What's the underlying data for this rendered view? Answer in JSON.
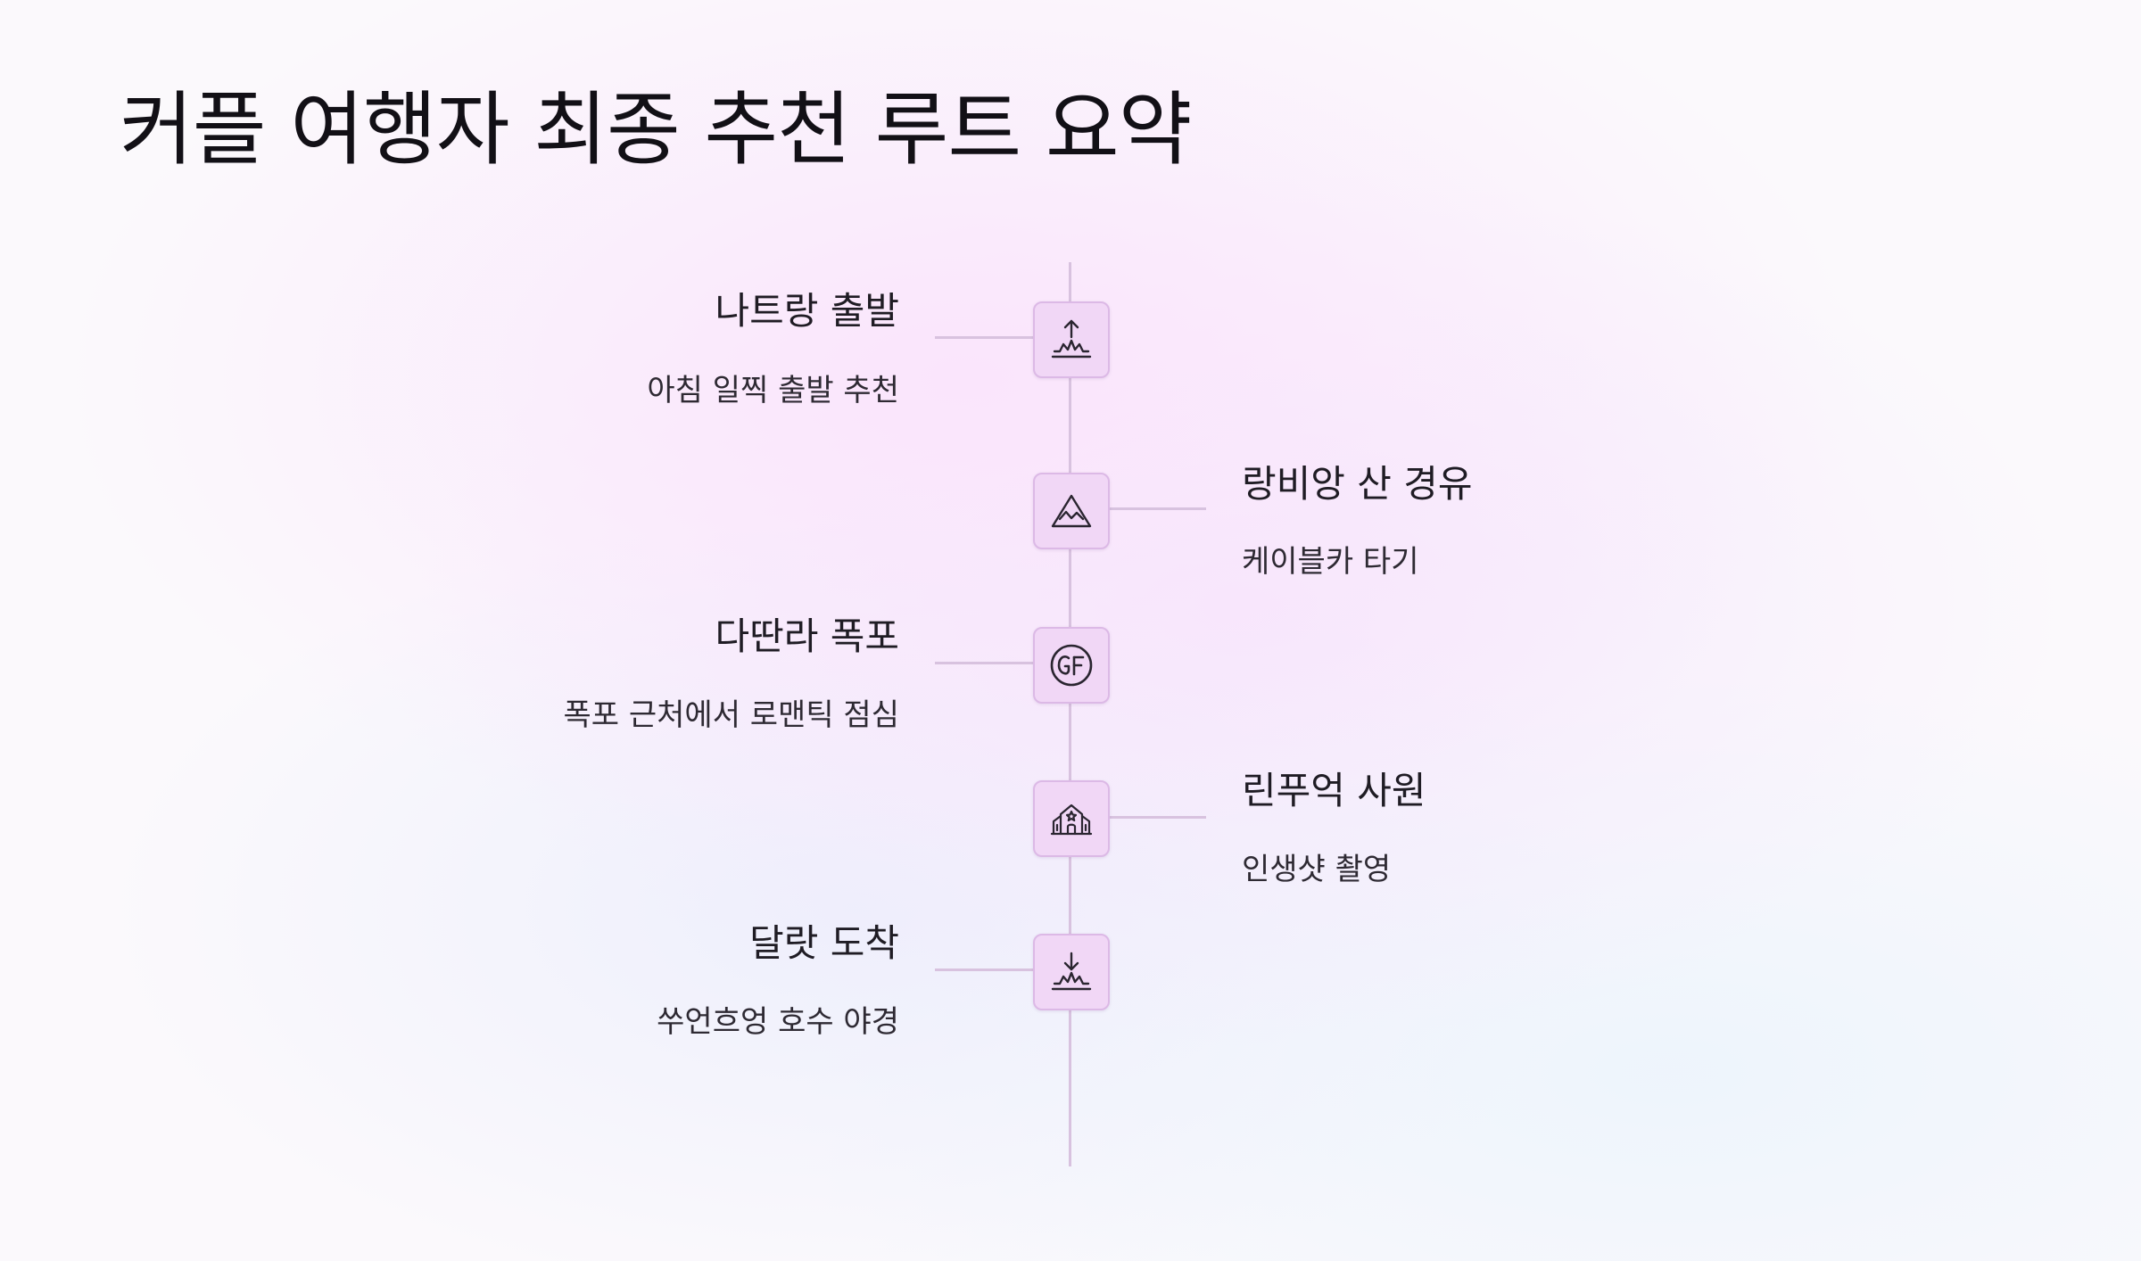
{
  "title": "커플 여행자 최종 추천 루트 요약",
  "steps": [
    {
      "title": "나트랑 출발",
      "description": "아침 일찍 출발 추천",
      "icon": "departure-icon",
      "side": "left"
    },
    {
      "title": "랑비앙 산 경유",
      "description": "케이블카 타기",
      "icon": "mountain-icon",
      "side": "right"
    },
    {
      "title": "다딴라 폭포",
      "description": "폭포 근처에서 로맨틱 점심",
      "icon": "gf-badge-icon",
      "side": "left"
    },
    {
      "title": "린푸억 사원",
      "description": "인생샷 촬영",
      "icon": "temple-icon",
      "side": "right"
    },
    {
      "title": "달랏 도착",
      "description": "쑤언흐엉 호수 야경",
      "icon": "arrival-icon",
      "side": "left"
    }
  ],
  "colors": {
    "node_fill": "#f1d7f6",
    "node_border": "#dcb9e6",
    "line": "#d8c2df",
    "icon_stroke": "#2a2530"
  }
}
